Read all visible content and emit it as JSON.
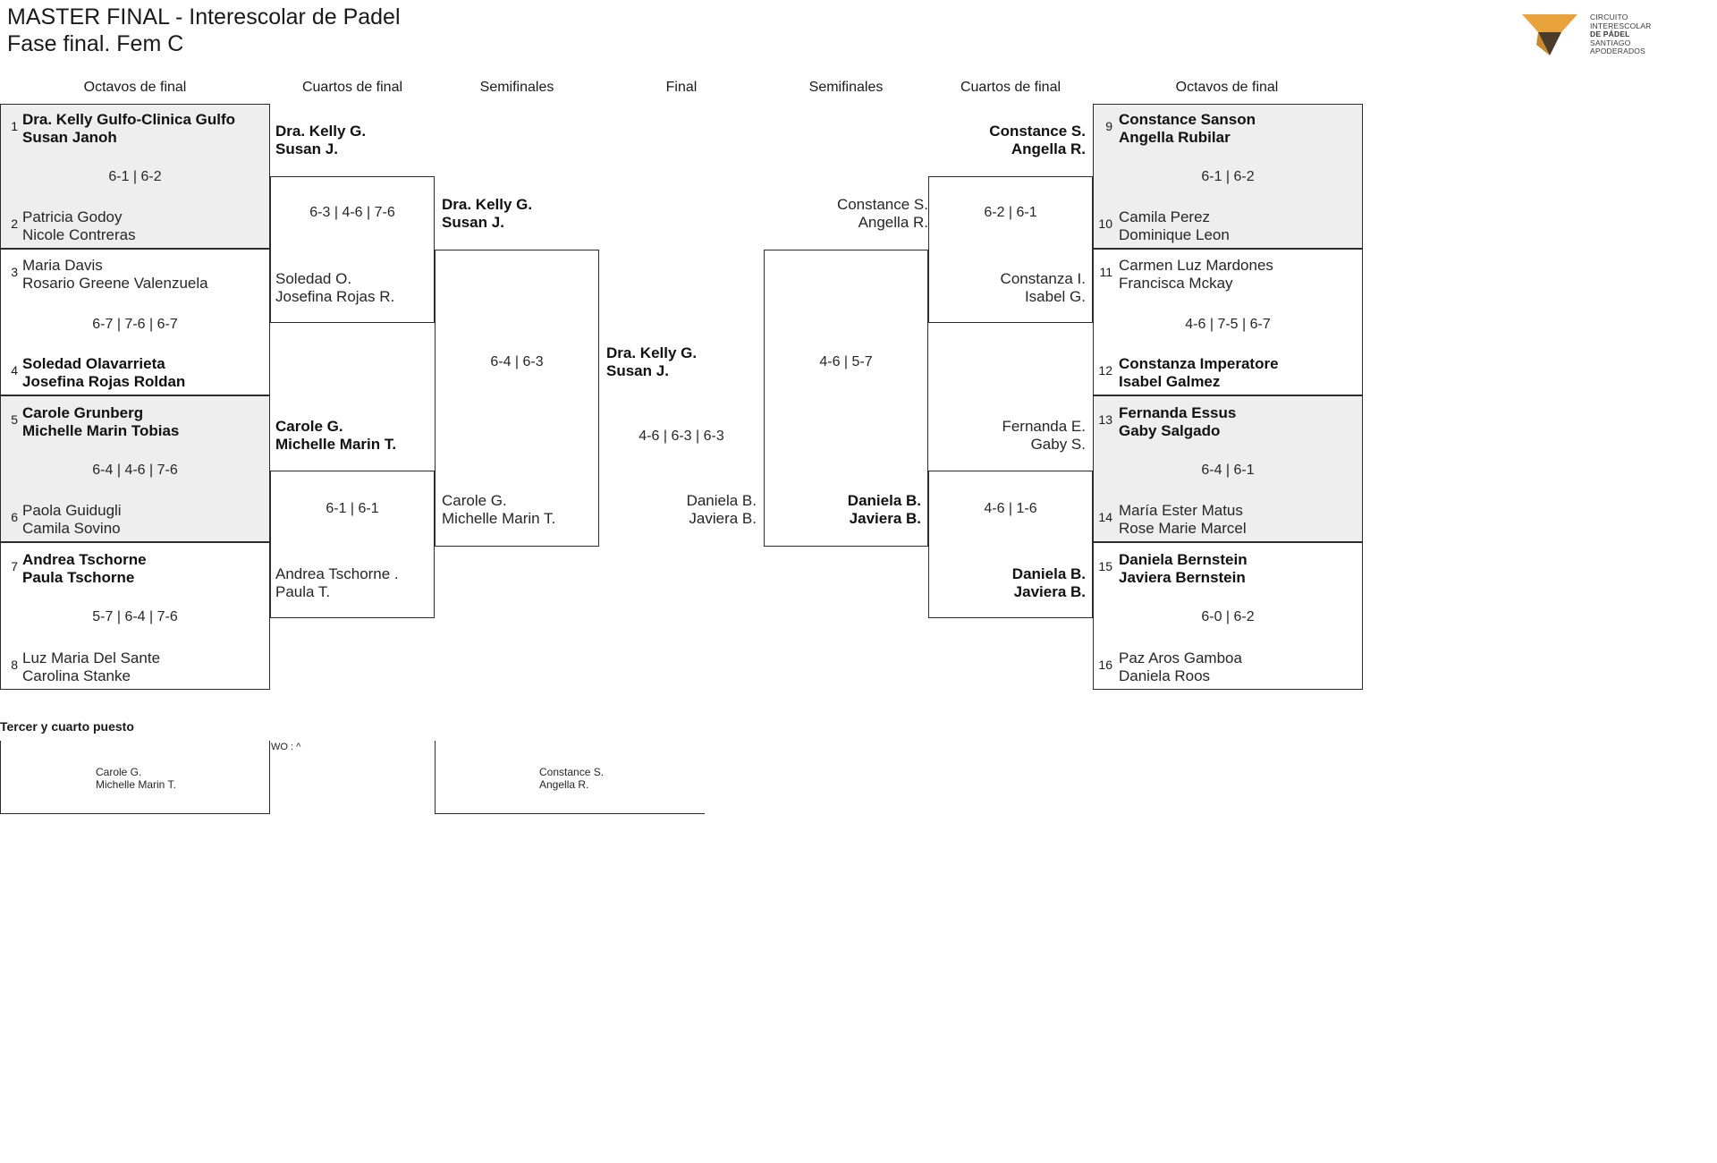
{
  "header": {
    "title_line1": "MASTER FINAL - Interescolar de Padel",
    "title_line2": "Fase final. Fem C",
    "logo": {
      "line1": "CIRCUITO",
      "line2": "INTERESCOLAR",
      "line3": "DE PÁDEL",
      "line4": "SANTIAGO",
      "line5": "APODERADOS",
      "color_orange": "#E8A33D",
      "color_dark": "#4A3B2A"
    }
  },
  "round_headings": {
    "left_r16": "Octavos de final",
    "left_qf": "Cuartos de final",
    "left_sf": "Semifinales",
    "final": "Final",
    "right_sf": "Semifinales",
    "right_qf": "Cuartos de final",
    "right_r16": "Octavos de final"
  },
  "left_r16": [
    {
      "seed": "1",
      "p1": "Dra. Kelly Gulfo-Clinica Gulfo",
      "p2": "Susan Janoh",
      "winner": true
    },
    {
      "seed": "2",
      "p1": "Patricia Godoy",
      "p2": "Nicole Contreras",
      "winner": false
    },
    {
      "seed": "3",
      "p1": "Maria Davis",
      "p2": "Rosario Greene Valenzuela",
      "winner": false
    },
    {
      "seed": "4",
      "p1": "Soledad Olavarrieta",
      "p2": "Josefina Rojas Roldan",
      "winner": true
    },
    {
      "seed": "5",
      "p1": "Carole Grunberg",
      "p2": "Michelle Marin Tobias",
      "winner": true
    },
    {
      "seed": "6",
      "p1": "Paola Guidugli",
      "p2": "Camila Sovino",
      "winner": false
    },
    {
      "seed": "7",
      "p1": "Andrea Tschorne",
      "p2": "Paula Tschorne",
      "winner": true
    },
    {
      "seed": "8",
      "p1": "Luz Maria Del Sante",
      "p2": "Carolina Stanke",
      "winner": false
    }
  ],
  "left_r16_scores": [
    "6-1 | 6-2",
    "6-7 | 7-6 | 6-7",
    "6-4 | 4-6 | 7-6",
    "5-7 | 6-4 | 7-6"
  ],
  "left_qf": [
    {
      "p1": "Dra. Kelly G.",
      "p2": "Susan J.",
      "winner": true
    },
    {
      "p1": "Soledad O.",
      "p2": "Josefina Rojas R.",
      "winner": false
    },
    {
      "p1": "Carole G.",
      "p2": "Michelle Marin T.",
      "winner": true
    },
    {
      "p1": "Andrea Tschorne .",
      "p2": "Paula T.",
      "winner": false
    }
  ],
  "left_qf_scores": [
    "6-3 | 4-6 | 7-6",
    "6-1 | 6-1"
  ],
  "left_sf": [
    {
      "p1": "Dra. Kelly G.",
      "p2": "Susan J.",
      "winner": true
    },
    {
      "p1": "Carole G.",
      "p2": "Michelle Marin T.",
      "winner": false
    }
  ],
  "left_sf_scores": [
    "6-4 | 6-3"
  ],
  "final_left": {
    "p1": "Dra. Kelly G.",
    "p2": "Susan J.",
    "winner": true
  },
  "final_right": {
    "p1": "Daniela B.",
    "p2": "Javiera B.",
    "winner": false
  },
  "final_score": "4-6 | 6-3 | 6-3",
  "right_sf": [
    {
      "p1": "Constance S.",
      "p2": "Angella R.",
      "winner": false
    },
    {
      "p1": "Daniela B.",
      "p2": "Javiera B.",
      "winner": true
    }
  ],
  "right_sf_scores": [
    "4-6 | 5-7"
  ],
  "right_qf": [
    {
      "p1": "Constance S.",
      "p2": "Angella R.",
      "winner": true
    },
    {
      "p1": "Constanza I.",
      "p2": "Isabel G.",
      "winner": false
    },
    {
      "p1": "Fernanda E.",
      "p2": "Gaby S.",
      "winner": false
    },
    {
      "p1": "Daniela B.",
      "p2": "Javiera B.",
      "winner": true
    }
  ],
  "right_qf_scores": [
    "6-2 | 6-1",
    "4-6 | 1-6"
  ],
  "right_r16": [
    {
      "seed": "9",
      "p1": "Constance Sanson",
      "p2": "Angella Rubilar",
      "winner": true
    },
    {
      "seed": "10",
      "p1": "Camila Perez",
      "p2": "Dominique Leon",
      "winner": false
    },
    {
      "seed": "11",
      "p1": "Carmen Luz Mardones",
      "p2": "Francisca Mckay",
      "winner": false
    },
    {
      "seed": "12",
      "p1": "Constanza Imperatore",
      "p2": "Isabel Galmez",
      "winner": true
    },
    {
      "seed": "13",
      "p1": "Fernanda Essus",
      "p2": "Gaby Salgado",
      "winner": true
    },
    {
      "seed": "14",
      "p1": "María Ester Matus",
      "p2": "Rose Marie Marcel",
      "winner": false
    },
    {
      "seed": "15",
      "p1": "Daniela Bernstein",
      "p2": "Javiera Bernstein",
      "winner": true
    },
    {
      "seed": "16",
      "p1": "Paz Aros Gamboa",
      "p2": "Daniela Roos",
      "winner": false
    }
  ],
  "right_r16_scores": [
    "6-1 | 6-2",
    "4-6 | 7-5 | 6-7",
    "6-4 | 6-1",
    "6-0 | 6-2"
  ],
  "third_place": {
    "title": "Tercer y cuarto puesto",
    "left": {
      "p1": "Carole G.",
      "p2": "Michelle Marin T."
    },
    "right": {
      "p1": "Constance S.",
      "p2": "Angella R."
    },
    "wo": "WO : ^"
  }
}
